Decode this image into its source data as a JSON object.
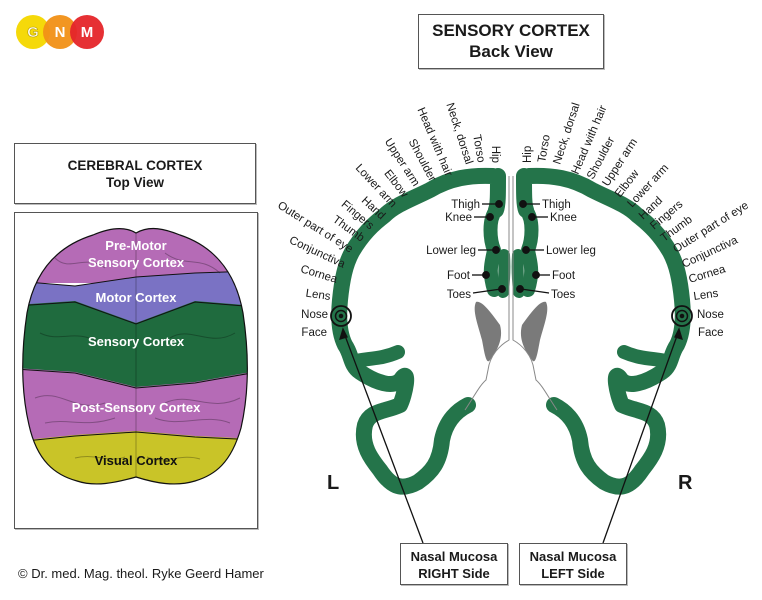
{
  "logo": {
    "letters": [
      "G",
      "N",
      "M"
    ],
    "colors": [
      "#f5d90a",
      "#f29117",
      "#e5252a"
    ]
  },
  "sensory_title": {
    "line1": "SENSORY CORTEX",
    "line2": "Back View"
  },
  "cerebral_title": {
    "line1": "CEREBRAL CORTEX",
    "line2": "Top View"
  },
  "top_view_regions": [
    {
      "name": "Pre-Motor",
      "name2": "Sensory Cortex",
      "color": "#b56bb6"
    },
    {
      "name": "Motor Cortex",
      "color": "#7a72c4"
    },
    {
      "name": "Sensory Cortex",
      "color": "#1f6b3e"
    },
    {
      "name": "Post-Sensory Cortex",
      "color": "#b56bb6"
    },
    {
      "name": "Visual Cortex",
      "color": "#c9c428"
    }
  ],
  "body_map_labels": {
    "left_arc": [
      "Hip",
      "Torso",
      "Neck, dorsal",
      "Head with hair",
      "Shoulder",
      "Upper arm",
      "Elbow",
      "Lower arm",
      "Hand",
      "Fingers",
      "Thumb",
      "Outer part of eye",
      "Conjunctiva",
      "Cornea",
      "Lens",
      "Nose",
      "Face"
    ],
    "right_arc": [
      "Hip",
      "Torso",
      "Neck, dorsal",
      "Head with hair",
      "Shoulder",
      "Upper arm",
      "Elbow",
      "Lower arm",
      "Hand",
      "Fingers",
      "Thumb",
      "Outer part of eye",
      "Conjunctiva",
      "Cornea",
      "Lens",
      "Nose",
      "Face"
    ],
    "medial": [
      "Thigh",
      "Knee",
      "Lower leg",
      "Foot",
      "Toes"
    ]
  },
  "side_labels": {
    "left": "L",
    "right": "R"
  },
  "nasal_boxes": [
    {
      "line1": "Nasal Mucosa",
      "line2": "RIGHT Side"
    },
    {
      "line1": "Nasal Mucosa",
      "line2": "LEFT Side"
    }
  ],
  "colors": {
    "cortex_green": "#24744a",
    "ventricle_gray": "#7a7a7a"
  },
  "footer": "© Dr. med. Mag. theol. Ryke Geerd Hamer"
}
